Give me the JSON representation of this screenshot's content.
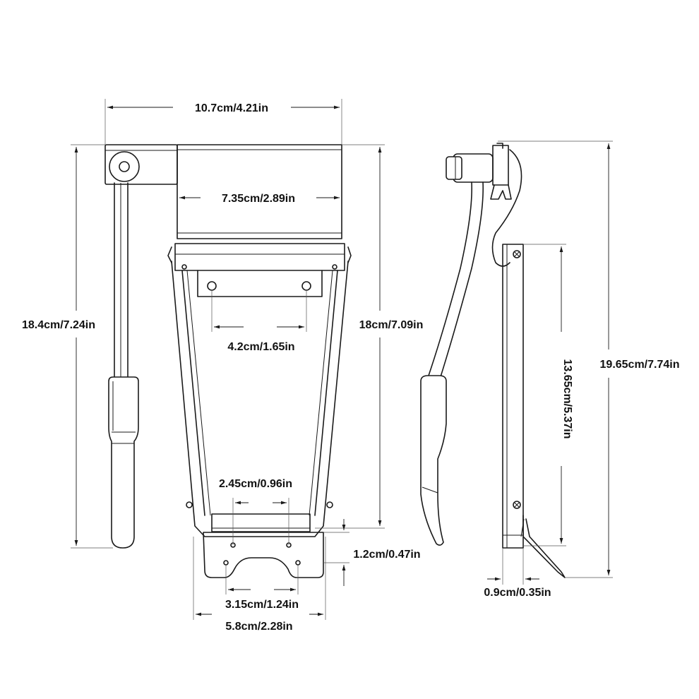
{
  "colors": {
    "ink": "#1a1a1a",
    "background": "#ffffff"
  },
  "dimensions": {
    "top_width": "10.7cm/4.21in",
    "inner_width": "7.35cm/2.89in",
    "left_height": "18.4cm/7.24in",
    "mount_holes": "4.2cm/1.65in",
    "middle_height": "18cm/7.09in",
    "bottom_holes": "2.45cm/0.96in",
    "bottom_thickness": "1.2cm/0.47in",
    "bottom_hole_spacing": "3.15cm/1.24in",
    "bottom_width": "5.8cm/2.28in",
    "side_inner_height": "13.65cm/5.37in",
    "side_total_height": "19.65cm/7.74in",
    "side_thickness": "0.9cm/0.35in"
  }
}
